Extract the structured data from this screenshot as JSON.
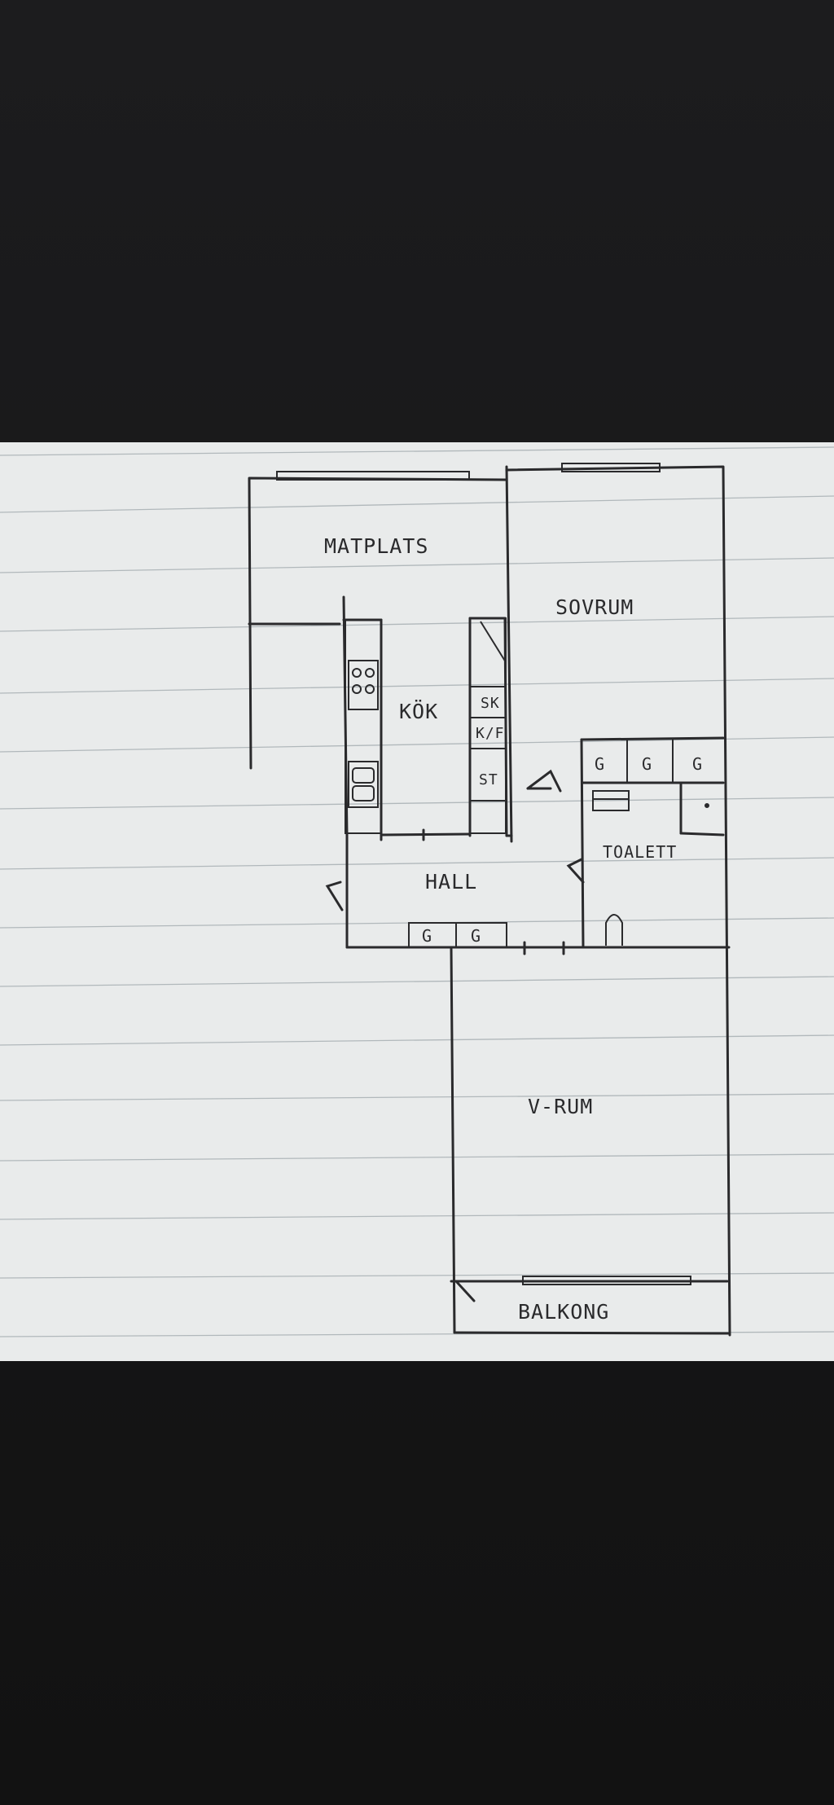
{
  "rooms": {
    "matplats": "MATPLATS",
    "sovrum": "SOVRUM",
    "kok": "KÖK",
    "hall": "HALL",
    "toalett": "TOALETT",
    "vrum": "V-RUM",
    "balkong": "BALKONG"
  },
  "fixtures": {
    "closet": "G",
    "kitchen_sk": "SK",
    "kitchen_kf": "K/F",
    "kitchen_st": "ST"
  },
  "colors": {
    "paper": "#e9ebeb",
    "ink": "#2a2a2c",
    "rule": "#9aa3a8",
    "background": "#141414"
  }
}
